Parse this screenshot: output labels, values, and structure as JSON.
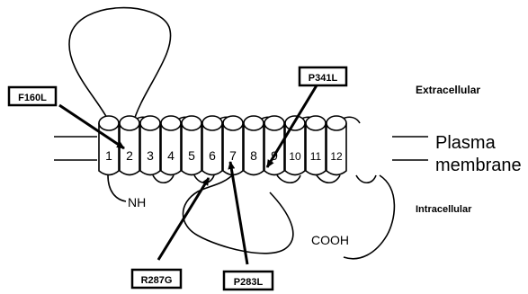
{
  "regions": {
    "extracellular": "Extracellular",
    "intracellular": "Intracellular",
    "plasma": "Plasma",
    "membrane": "membrane"
  },
  "termini": {
    "n": "NH",
    "c": "COOH"
  },
  "helices": [
    "1",
    "2",
    "3",
    "4",
    "5",
    "6",
    "7",
    "8",
    "9",
    "10",
    "11",
    "12"
  ],
  "mutations": {
    "m1": "F160L",
    "m2": "P341L",
    "m3": "R287G",
    "m4": "P283L"
  }
}
